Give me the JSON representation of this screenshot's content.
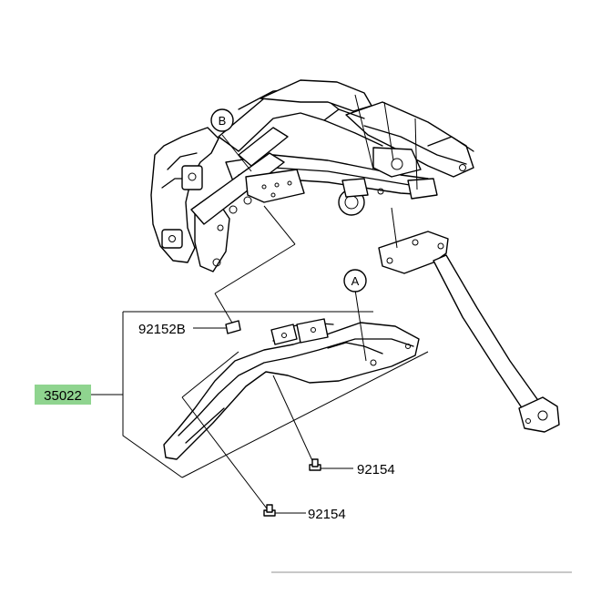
{
  "parts": {
    "main_part": "35022",
    "clip": "92152B",
    "bolt_upper": "92154",
    "bolt_lower": "92154"
  },
  "callouts": {
    "a": "A",
    "b": "B"
  },
  "colors": {
    "highlight": "#8fd48f",
    "line": "#000000",
    "footer_rule": "#c8c8c8"
  }
}
